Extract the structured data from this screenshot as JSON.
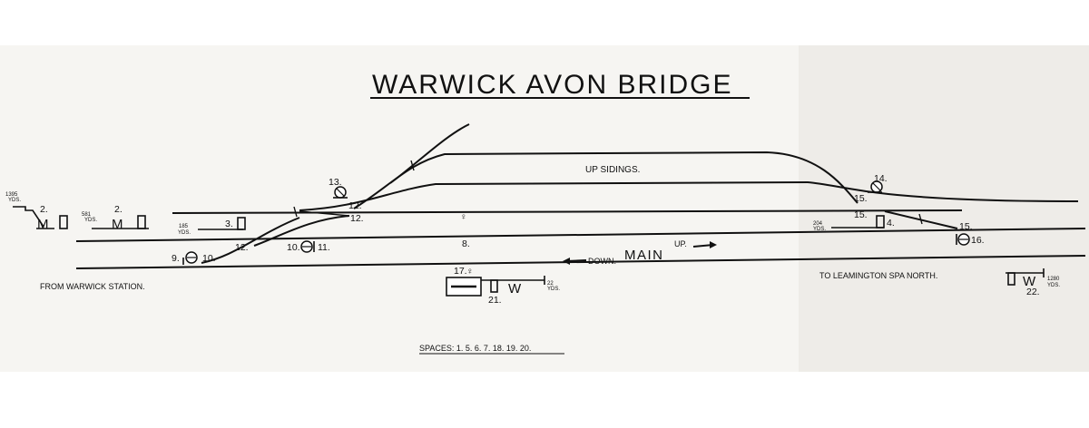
{
  "title": "WARWICK AVON BRIDGE",
  "labels": {
    "up_sidings": "UP SIDINGS.",
    "main": "MAIN",
    "up": "UP.",
    "down": "DOWN.",
    "from": "FROM WARWICK STATION.",
    "to": "TO LEAMINGTON SPA NORTH.",
    "spaces": "SPACES: 1. 5. 6. 7. 18. 19. 20."
  },
  "distances": {
    "d1395": "1395",
    "d581": "581",
    "d185": "185",
    "d22": "22",
    "d204": "204",
    "d1280": "1280",
    "yds": "YDS."
  },
  "levers": {
    "n2a": "2.",
    "n2b": "2.",
    "n3": "3.",
    "n4": "4.",
    "n8": "8.",
    "n9": "9.",
    "n10a": "10.",
    "n10b": "10.",
    "n11": "11.",
    "n12a": "12.",
    "n12b": "12.",
    "n12c": "12.",
    "n13": "13.",
    "n14": "14.",
    "n15a": "15.",
    "n15b": "15.",
    "n15c": "15.",
    "n16": "16.",
    "n17": "17.",
    "n21": "21.",
    "n22": "22."
  },
  "symbols": {
    "distant_arm": "M",
    "distant_arm_w": "W"
  }
}
